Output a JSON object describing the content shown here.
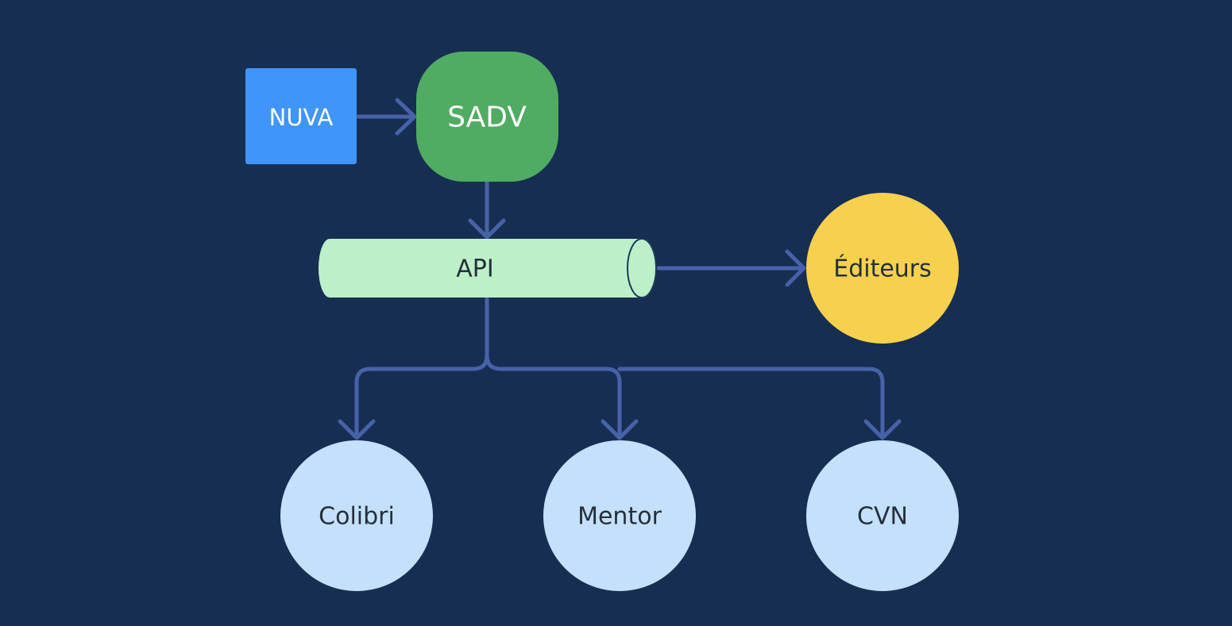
{
  "colors": {
    "background": "#172e53",
    "connector": "#4762a8",
    "nuva": "#3f95fa",
    "sadv": "#4fac62",
    "api": "#bdf0c8",
    "api_outline": "#1c3a57",
    "editeurs": "#f7d04d",
    "client": "#c4e0fc",
    "text_light": "#ffffff",
    "text_dark": "#24303a"
  },
  "nodes": {
    "nuva": "NUVA",
    "sadv": "SADV",
    "api": "API",
    "editeurs": "Éditeurs",
    "colibri": "Colibri",
    "mentor": "Mentor",
    "cvn": "CVN"
  }
}
